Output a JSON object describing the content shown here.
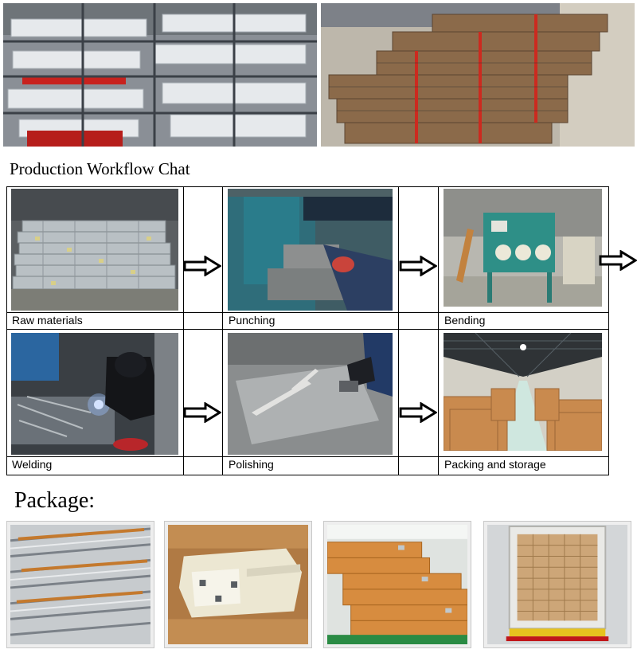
{
  "workflow": {
    "title": "Production Workflow Chat",
    "steps": [
      {
        "label": "Raw materials"
      },
      {
        "label": "Punching"
      },
      {
        "label": "Bending"
      },
      {
        "label": "Welding"
      },
      {
        "label": "Polishing"
      },
      {
        "label": "Packing and storage"
      }
    ],
    "arrow_icon": "right-arrow-icon"
  },
  "package": {
    "title": "Package:"
  },
  "colors": {
    "border": "#000000",
    "package_frame": "#c8c8c8",
    "carton": "#c98a4e"
  }
}
